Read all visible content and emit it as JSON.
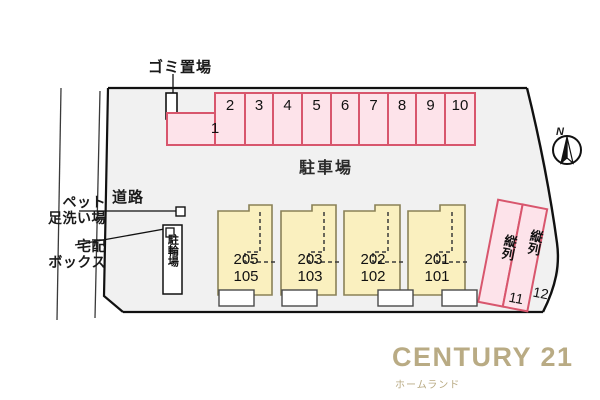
{
  "site": {
    "parking_label": "駐車場",
    "road_label": "道路",
    "garbage_label": "ゴミ置場",
    "bicycle_label": "駐輪場",
    "pet_wash_label_line1": "ペット",
    "pet_wash_label_line2": "足洗い場",
    "delivery_box_label_line1": "宅配",
    "delivery_box_label_line2": "ボックス",
    "compass_label": "N"
  },
  "parking_row": {
    "stalls": [
      "2",
      "3",
      "4",
      "5",
      "6",
      "7",
      "8",
      "9",
      "10"
    ],
    "wide_stall": "1",
    "fill_color": "#fde3ea",
    "stroke_color": "#d8566d"
  },
  "tandem_parking": [
    {
      "type_label": "縦列",
      "number": "11"
    },
    {
      "type_label": "縦列",
      "number": "12"
    }
  ],
  "building": {
    "fill_color": "#faf0bf",
    "stroke_color": "#8a8157",
    "units": [
      {
        "upper": "205",
        "lower": "105"
      },
      {
        "upper": "203",
        "lower": "103"
      },
      {
        "upper": "202",
        "lower": "102"
      },
      {
        "upper": "201",
        "lower": "101"
      }
    ]
  },
  "logo": {
    "main": "CENTURY 21",
    "sub": "ホームランド",
    "color": "#b9ab84"
  }
}
